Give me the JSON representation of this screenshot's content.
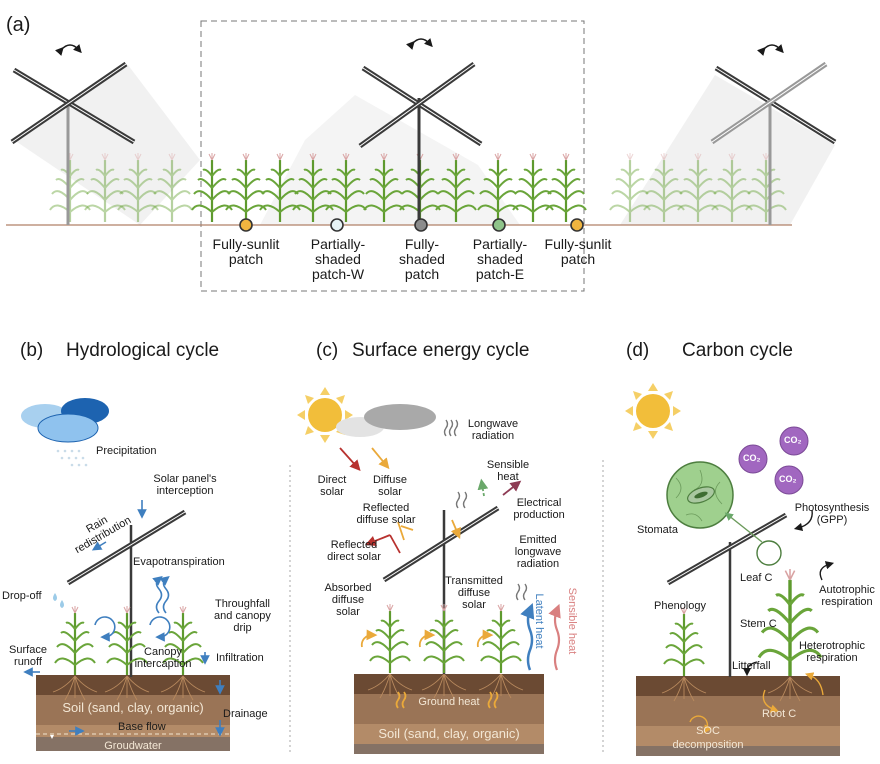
{
  "panel_a": {
    "label": "(a)",
    "patches": [
      {
        "label": "Fully-sunlit\npatch",
        "color": "#f0b540"
      },
      {
        "label": "Partially-\nshaded\npatch-W",
        "color": "#e6f3f5"
      },
      {
        "label": "Fully-\nshaded\npatch",
        "color": "#8c8c8c"
      },
      {
        "label": "Partially-\nshaded\npatch-E",
        "color": "#8fc48a"
      },
      {
        "label": "Fully-sunlit\npatch",
        "color": "#f0b540"
      }
    ],
    "rotation_icon": "rotate-arrows-icon"
  },
  "panel_b": {
    "label": "(b)",
    "title": "Hydrological cycle",
    "labels": {
      "precipitation": "Precipitation",
      "interception": "Solar panel's\ninterception",
      "rain_redistribution": "Rain\nredistribution",
      "evapotranspiration": "Evapotranspiration",
      "drop_off": "Drop-off",
      "throughfall": "Throughfall\nand canopy\ndrip",
      "surface_runoff": "Surface\nrunoff",
      "canopy_interception": "Canopy\nintercaption",
      "infiltration": "Infiltration",
      "soil": "Soil (sand, clay, organic)",
      "drainage": "Drainage",
      "base_flow": "Base flow",
      "groundwater": "Groudwater"
    }
  },
  "panel_c": {
    "label": "(c)",
    "title": "Surface energy cycle",
    "labels": {
      "longwave": "Longwave\nradiation",
      "direct_solar": "Direct\nsolar",
      "diffuse_solar": "Diffuse\nsolar",
      "sensible_heat_top": "Sensible\nheat",
      "electrical": "Electrical\nproduction",
      "reflected_diffuse": "Reflected\ndiffuse solar",
      "reflected_direct": "Reflected\ndirect solar",
      "emitted_longwave": "Emitted\nlongwave\nradiation",
      "absorbed_diffuse": "Absorbed\ndiffuse\nsolar",
      "transmitted_diffuse": "Transmitted\ndiffuse\nsolar",
      "latent_heat": "Latent heat",
      "sensible_heat_side": "Sensible heat",
      "ground_heat": "Ground heat",
      "soil": "Soil (sand, clay, organic)"
    }
  },
  "panel_d": {
    "label": "(d)",
    "title": "Carbon cycle",
    "co2": "CO₂",
    "labels": {
      "stomata": "Stomata",
      "photosynthesis": "Photosynthesis\n(GPP)",
      "leaf_c": "Leaf C",
      "autotrophic": "Autotrophic\nrespiration",
      "phenology": "Phenology",
      "stem_c": "Stem C",
      "heterotrophic": "Heterotrophic\nrespiration",
      "litterfall": "Litterfall",
      "root_c": "Root C",
      "soc": "SOC\ndecomposition"
    }
  },
  "colors": {
    "panel": "#3a3a3a",
    "plant": "#5e9a2e",
    "soil_dark": "#6b4a33",
    "soil_mid": "#9a7456",
    "soil_light": "#b89371",
    "water": "#3f7fbf",
    "sun": "#f2be3a",
    "co2": "#a167c0"
  }
}
